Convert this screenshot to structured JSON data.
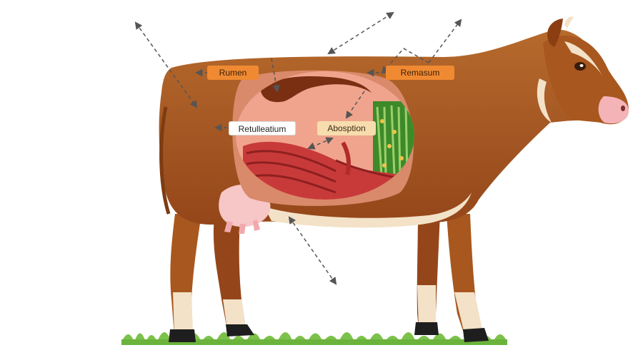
{
  "labels": {
    "rumen": "Rumen",
    "remasum": "Remasum",
    "retulleatium": "Retulleatium",
    "absorption": "Abosption"
  },
  "colors": {
    "coat": "#a8571f",
    "coat_dark": "#7e3c12",
    "belly": "#f3e2c8",
    "udder": "#f7c6c6",
    "stomach_bg": "#f0a48e",
    "rumen_lining": "#7a2e12",
    "intestine": "#c83a3a",
    "villi_green": "#3e8a2a",
    "label_orange": "#f08a32",
    "label_beige": "#f7dcae",
    "grass": "#7cc24a"
  },
  "icons": [
    "cow-illustration",
    "stomach-cutaway",
    "dashed-arrow"
  ]
}
